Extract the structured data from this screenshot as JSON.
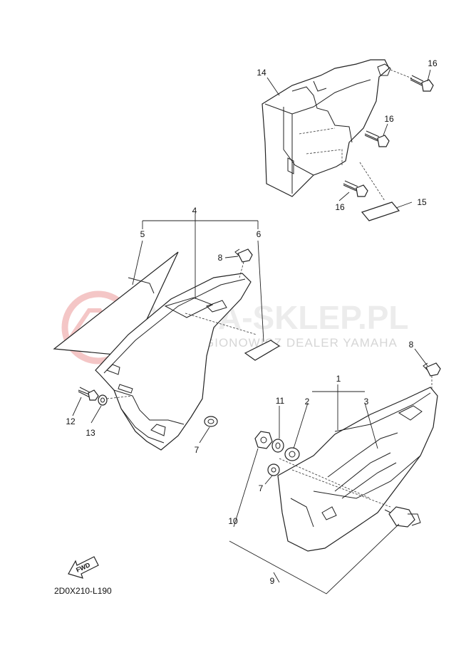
{
  "watermark": {
    "main": "YAMA-SKLEP.PL",
    "sub": "WOJ. ŁEGIONOWICZ DEALER YAMAHA",
    "logo_color": "#f2b9b9"
  },
  "diagram_code": "2D0X210-L190",
  "fwd_label": "FWD",
  "callouts": {
    "c1": "1",
    "c2": "2",
    "c3": "3",
    "c4": "4",
    "c5": "5",
    "c6": "6",
    "c7a": "7",
    "c7b": "7",
    "c8a": "8",
    "c8b": "8",
    "c9": "9",
    "c10": "10",
    "c11": "11",
    "c12": "12",
    "c13": "13",
    "c14": "14",
    "c15": "15",
    "c16a": "16",
    "c16b": "16",
    "c16c": "16"
  }
}
